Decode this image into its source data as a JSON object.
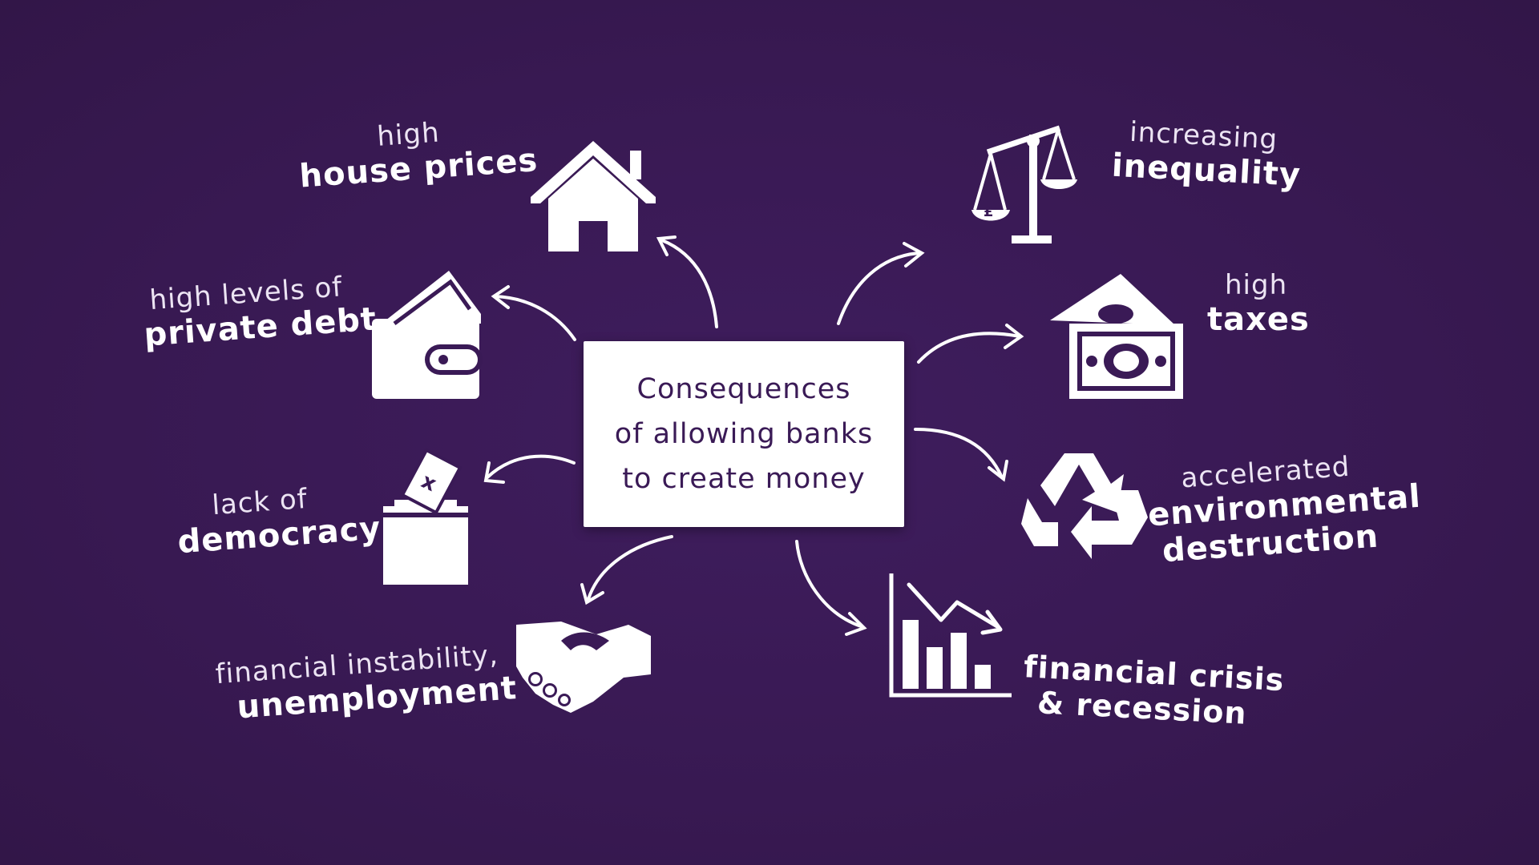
{
  "center": {
    "line1": "Consequences",
    "line2": "of allowing banks",
    "line3": "to create money"
  },
  "consequences": {
    "house": {
      "sub": "high",
      "main": "house prices",
      "icon": "house-icon"
    },
    "debt": {
      "sub": "high levels of",
      "main": "private debt",
      "icon": "wallet-icon"
    },
    "democracy": {
      "sub": "lack of",
      "main": "democracy",
      "icon": "ballot-box-icon"
    },
    "unemployment": {
      "sub": "financial instability,",
      "main": "unemployment",
      "icon": "handshake-icon"
    },
    "inequality": {
      "sub": "increasing",
      "main": "inequality",
      "icon": "scales-icon"
    },
    "taxes": {
      "sub": "high",
      "main": "taxes",
      "icon": "money-icon"
    },
    "environment": {
      "sub": "accelerated",
      "main1": "environmental",
      "main2": "destruction",
      "icon": "recycle-icon"
    },
    "crisis": {
      "main1": "financial crisis",
      "main2": "& recession",
      "icon": "falling-chart-icon"
    }
  },
  "colors": {
    "background": "#3a1a56",
    "box": "#ffffff",
    "box_text": "#3a1a56",
    "foreground": "#ffffff"
  }
}
